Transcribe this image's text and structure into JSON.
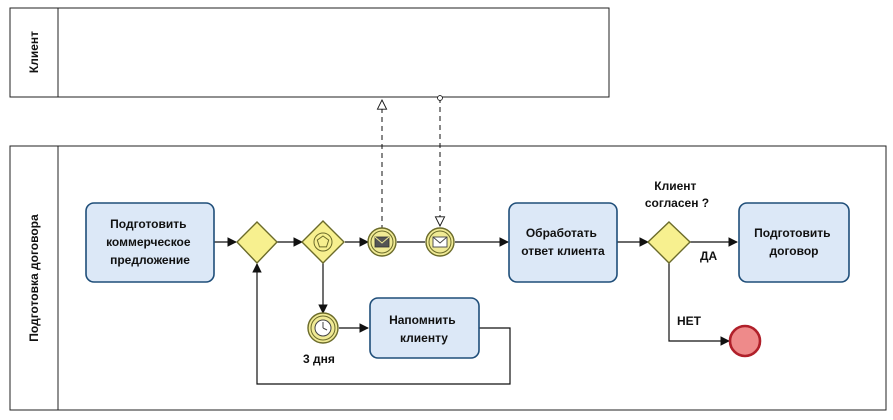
{
  "pools": {
    "client": {
      "label": "Клиент"
    },
    "process": {
      "label": "Подготовка договора"
    }
  },
  "tasks": {
    "prepare_offer": {
      "lines": [
        "Подготовить",
        "коммерческое",
        "предложение"
      ]
    },
    "process_answer": {
      "lines": [
        "Обработать",
        "ответ клиента"
      ]
    },
    "prepare_contract": {
      "lines": [
        "Подготовить",
        "договор"
      ]
    },
    "remind_client": {
      "lines": [
        "Напомнить",
        "клиенту"
      ]
    }
  },
  "labels": {
    "gateway_question": [
      "Клиент",
      "согласен ?"
    ],
    "yes": "ДА",
    "no": "НЕТ",
    "timer": "3 дня"
  },
  "colors": {
    "task_fill": "#dce8f7",
    "task_stroke": "#1f4e79",
    "gateway_fill": "#f7f08f",
    "gateway_stroke": "#6b6b2a",
    "event_fill": "#f0ea95",
    "end_fill": "#ee8a8a",
    "end_stroke": "#b0202a"
  }
}
